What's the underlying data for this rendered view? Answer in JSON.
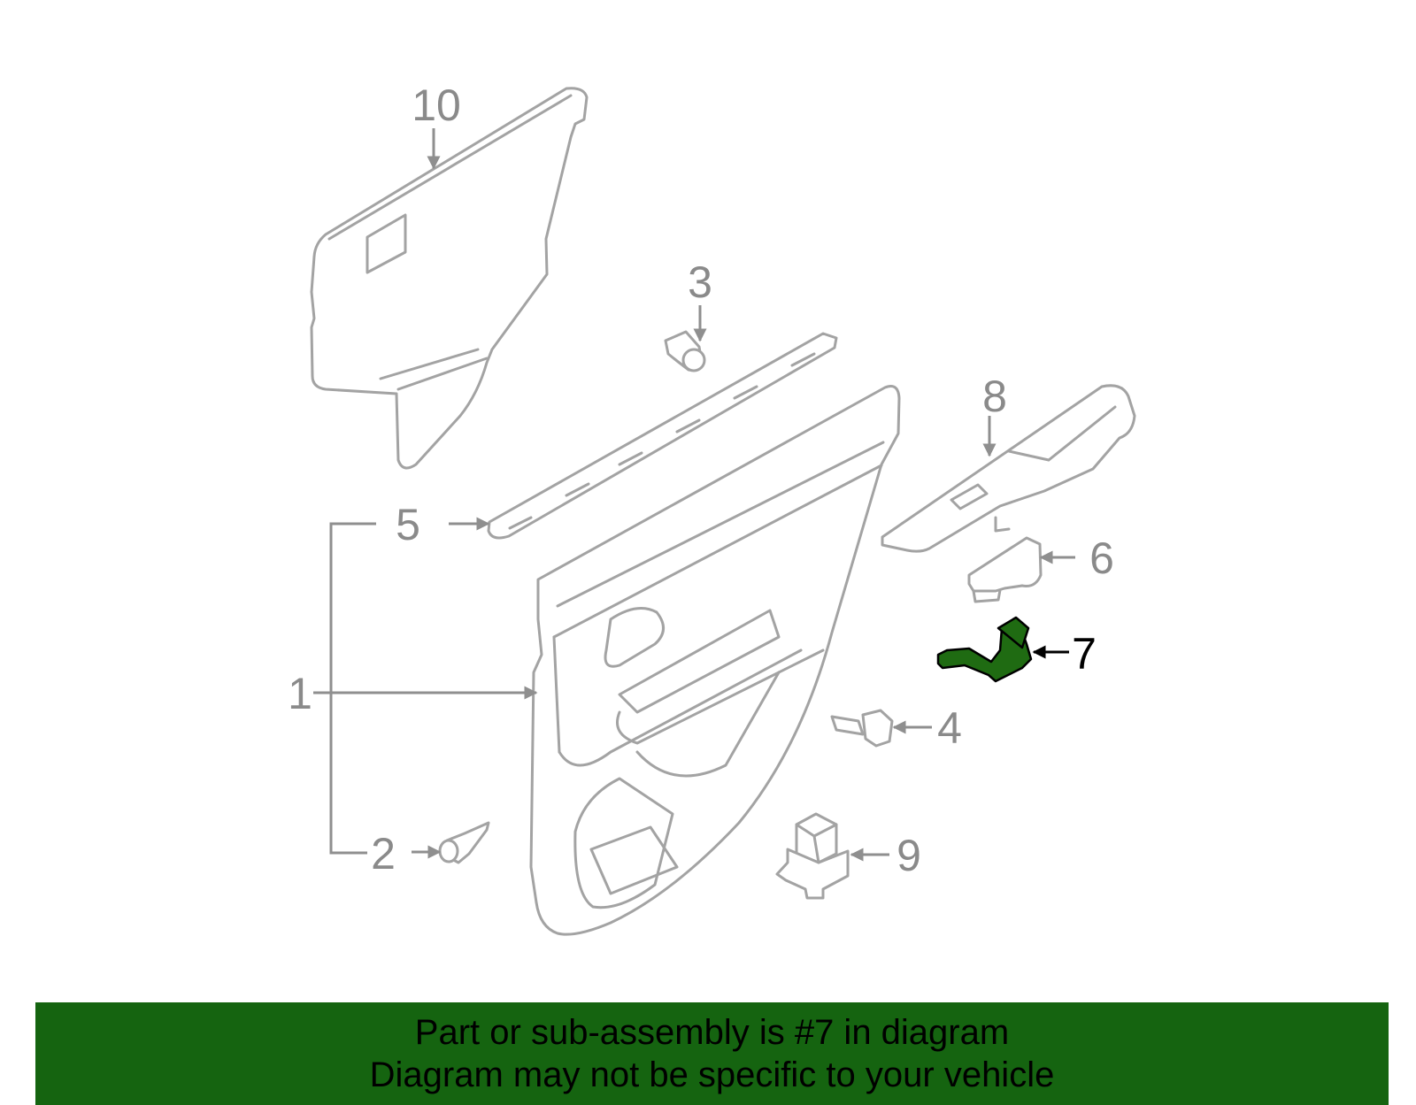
{
  "diagram": {
    "callouts": {
      "c1": "1",
      "c2": "2",
      "c3": "3",
      "c4": "4",
      "c5": "5",
      "c6": "6",
      "c7": "7",
      "c8": "8",
      "c9": "9",
      "c10": "10"
    },
    "highlighted_part": "7",
    "colors": {
      "highlight_fill": "#1f6b12",
      "banner_bg": "#156410",
      "line_gray": "#a3a3a3"
    }
  },
  "banner": {
    "line1": "Part or sub-assembly is #7 in diagram",
    "line2": "Diagram may not be specific to your vehicle"
  }
}
